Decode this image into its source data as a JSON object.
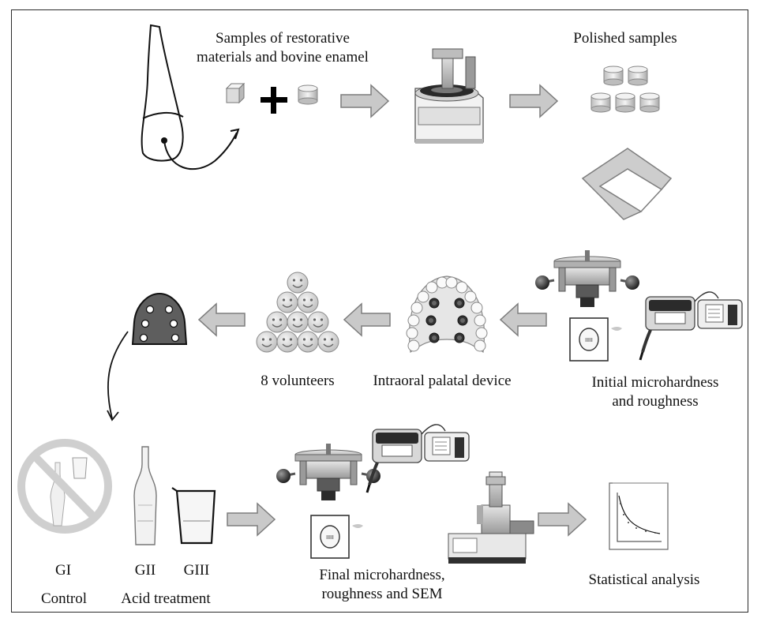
{
  "labels": {
    "samples_line1": "Samples of restorative",
    "samples_line2": "materials and bovine enamel",
    "polished": "Polished samples",
    "initial_line1": "Initial microhardness",
    "initial_line2": "and roughness",
    "palatal": "Intraoral palatal device",
    "volunteers": "8 volunteers",
    "g1": "GI",
    "g2": "GII",
    "g3": "GIII",
    "control": "Control",
    "acid": "Acid treatment",
    "final_line1": "Final microhardness,",
    "final_line2": "roughness and SEM",
    "stats": "Statistical analysis"
  },
  "colors": {
    "arrow_fill": "#c9c9c9",
    "arrow_stroke": "#7d7d7d",
    "text": "#111111",
    "frame": "#2a2a2a"
  },
  "icons": [
    "tooth-icon",
    "cube-icon",
    "plus-icon",
    "cylinder-icon",
    "polishing-machine-icon",
    "polished-cylinders-icon",
    "microhardness-tester-icon",
    "specimen-block-icon",
    "profilometer-icon",
    "palatal-device-icon",
    "smiley-pyramid-icon",
    "palatal-device-small-icon",
    "prohibited-icon",
    "bottle-icon",
    "beaker-icon",
    "sem-microscope-icon",
    "graph-icon"
  ]
}
